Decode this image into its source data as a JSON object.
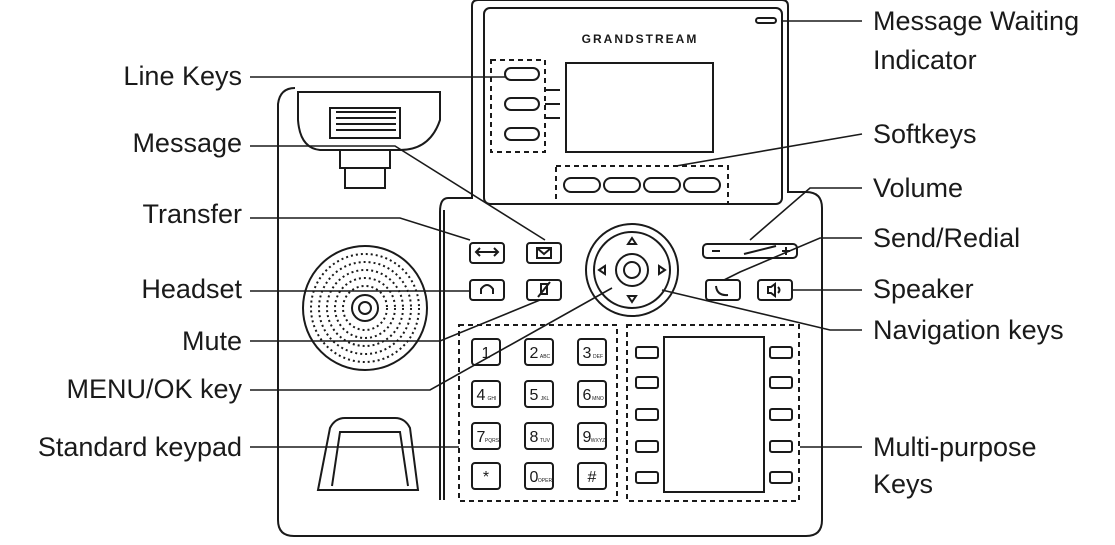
{
  "brand": "GRANDSTREAM",
  "labels": {
    "line_keys": "Line Keys",
    "message": "Message",
    "transfer": "Transfer",
    "headset": "Headset",
    "mute": "Mute",
    "menu_ok_key": "MENU/OK key",
    "standard_keypad": "Standard keypad",
    "message_waiting_line1": "Message Waiting",
    "message_waiting_line2": "Indicator",
    "softkeys": "Softkeys",
    "volume": "Volume",
    "send_redial": "Send/Redial",
    "speaker": "Speaker",
    "navigation_keys": "Navigation keys",
    "multi_purpose_line1": "Multi-purpose",
    "multi_purpose_line2": "Keys"
  },
  "keypad": [
    {
      "digit": "1",
      "letters": ""
    },
    {
      "digit": "2",
      "letters": "ABC"
    },
    {
      "digit": "3",
      "letters": "DEF"
    },
    {
      "digit": "4",
      "letters": "GHI"
    },
    {
      "digit": "5",
      "letters": "JKL"
    },
    {
      "digit": "6",
      "letters": "MNO"
    },
    {
      "digit": "7",
      "letters": "PQRS"
    },
    {
      "digit": "8",
      "letters": "TUV"
    },
    {
      "digit": "9",
      "letters": "WXYZ"
    },
    {
      "digit": "*",
      "letters": ""
    },
    {
      "digit": "0",
      "letters": "OPER"
    },
    {
      "digit": "#",
      "letters": ""
    }
  ],
  "colors": {
    "line": "#1a1a1a",
    "background": "#ffffff"
  }
}
